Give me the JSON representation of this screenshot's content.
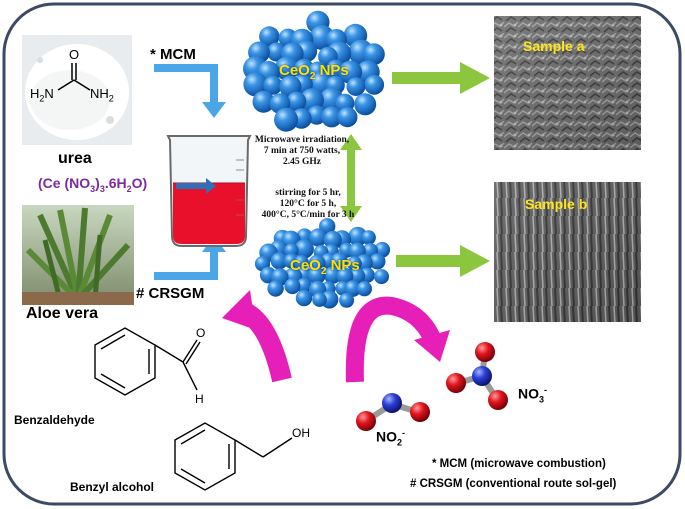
{
  "labels": {
    "mcm": "* MCM",
    "crsgm": "# CRSGM",
    "urea": "urea",
    "aloe_vera": "Aloe vera",
    "ce_nitrate": "(Ce (NO3)3.6H2O)",
    "urea_h2n_left": "H2N",
    "urea_nh2_right": "NH2",
    "urea_o": "O",
    "nps_top": "CeO2 NPs",
    "nps_bottom": "CeO2 NPs",
    "sample_a": "Sample a",
    "sample_b": "Sample b",
    "microwave_line1": "Microwave irradiation,",
    "microwave_line2": "7 min at 750 watts,",
    "microwave_line3": "2.45 GHz",
    "stir_line1": "stirring for 5 hr,",
    "stir_line2": "120°C for 5 h,",
    "stir_line3": "400°C, 5°C/min for 3 h",
    "benzaldehyde": "Benzaldehyde",
    "benzyl_alcohol": "Benzyl alcohol",
    "aldehyde_o": "O",
    "aldehyde_h": "H",
    "alcohol_oh": "OH",
    "no2": "NO2-",
    "no3": "NO3-",
    "footnote_mcm": "* MCM (microwave combustion)",
    "footnote_crsgm": "# CRSGM (conventional route sol-gel)"
  },
  "colors": {
    "frame": "#3d4a63",
    "blue_arrow": "#4aa6e6",
    "green_arrow": "#8cc63f",
    "magenta_arrow": "#e61fb9",
    "nanoparticle": "#1e7fd8",
    "nps_text": "#ffe100",
    "sample_text": "#ffe61a",
    "liquid": "#e8102a",
    "purple_text": "#7b2aa0",
    "nitrogen_atom": "#2a3fbf",
    "oxygen_atom": "#d8151d"
  }
}
